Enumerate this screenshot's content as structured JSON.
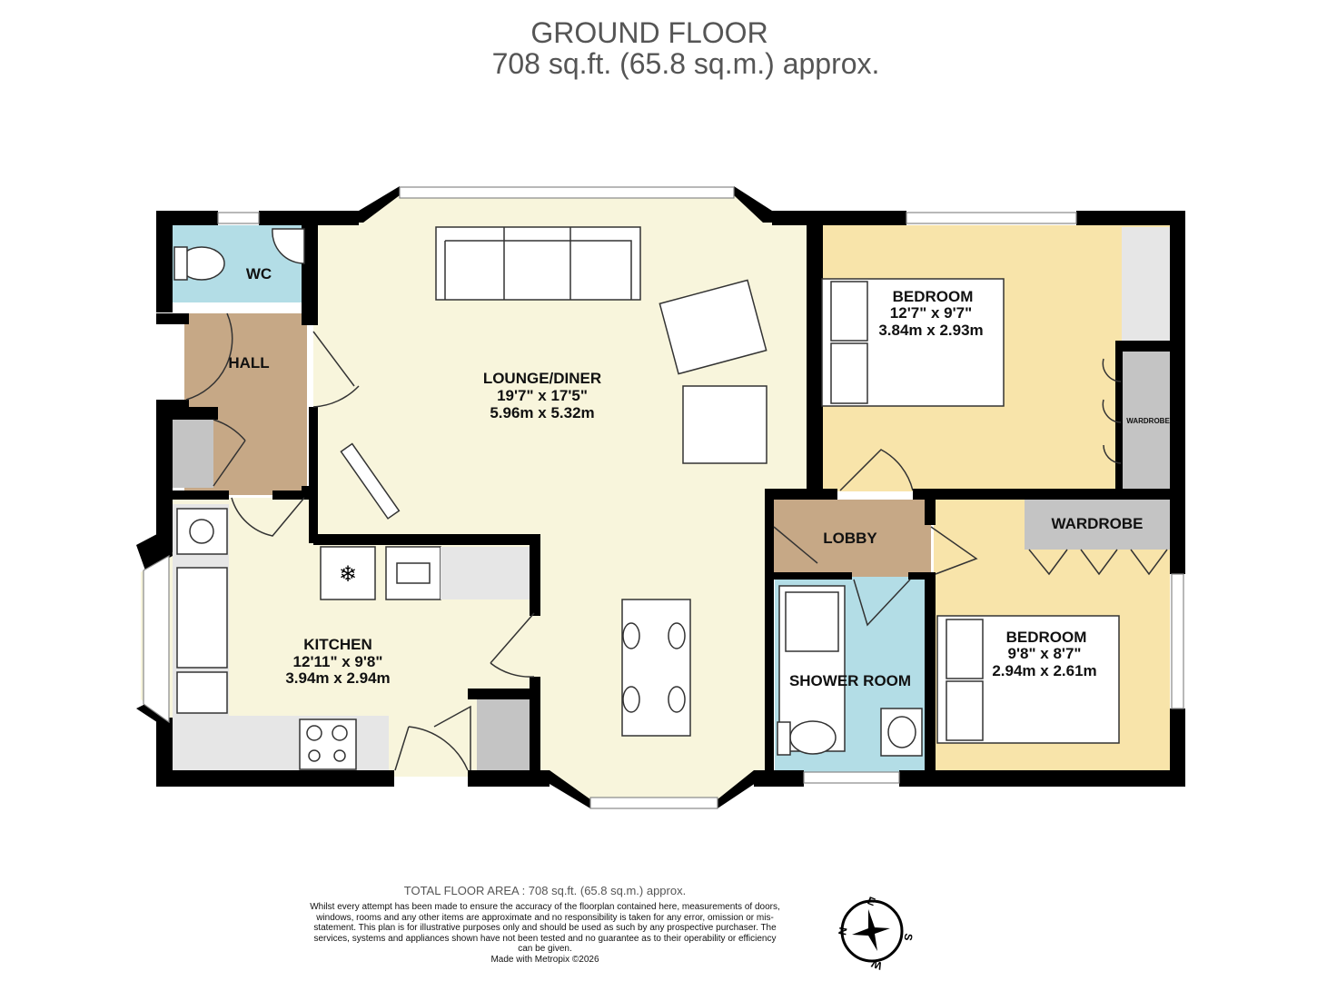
{
  "header": {
    "title": "GROUND FLOOR",
    "area": "708 sq.ft. (65.8 sq.m.) approx."
  },
  "rooms": {
    "wc": {
      "name": "WC"
    },
    "hall": {
      "name": "HALL"
    },
    "lounge": {
      "name": "LOUNGE/DINER",
      "imperial": "19'7\"  x 17'5\"",
      "metric": "5.96m  x 5.32m"
    },
    "kitchen": {
      "name": "KITCHEN",
      "imperial": "12'11\"  x 9'8\"",
      "metric": "3.94m  x 2.94m"
    },
    "bedroom1": {
      "name": "BEDROOM",
      "imperial": "12'7\"  x 9'7\"",
      "metric": "3.84m  x 2.93m"
    },
    "bedroom2": {
      "name": "BEDROOM",
      "imperial": "9'8\"  x 8'7\"",
      "metric": "2.94m  x 2.61m"
    },
    "lobby": {
      "name": "LOBBY"
    },
    "shower": {
      "name": "SHOWER ROOM"
    },
    "wardrobe1": {
      "name": "WARDROBE"
    },
    "wardrobe2": {
      "name": "WARDROBE"
    }
  },
  "colors": {
    "wall": "#000000",
    "wet": "#b3dde6",
    "hall": "#c6a886",
    "living": "#f8f5dc",
    "bedroom": "#f8e4aa",
    "storage": "#c4c4c4"
  },
  "compass": {
    "n": "N",
    "e": "E",
    "s": "S",
    "w": "W"
  },
  "footer": {
    "total": "TOTAL FLOOR AREA : 708 sq.ft. (65.8 sq.m.) approx.",
    "disclaimer": "Whilst every attempt has been made to ensure the accuracy of the floorplan contained here, measurements of doors, windows, rooms and any other items are approximate and no responsibility is taken for any error, omission or mis-statement. This plan is for illustrative purposes only and should be used as such by any prospective purchaser. The services, systems and appliances shown have not been tested and no guarantee as to their operability or efficiency can be given.",
    "credit": "Made with Metropix ©2026"
  }
}
